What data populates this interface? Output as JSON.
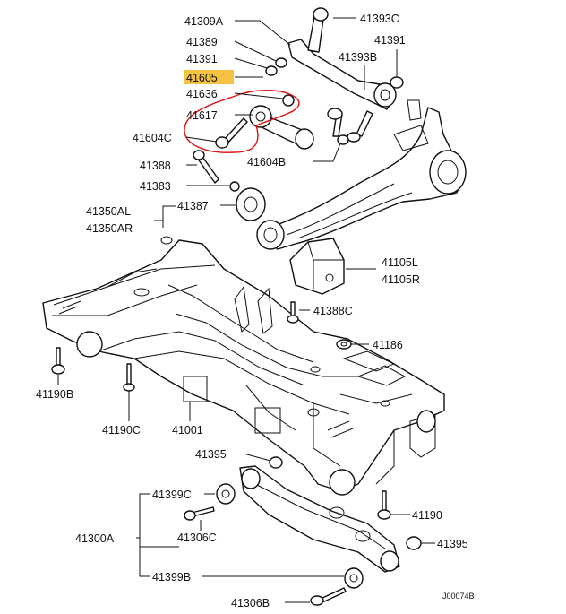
{
  "labels": {
    "l41309A": "41309A",
    "l41389": "41389",
    "l41391_left": "41391",
    "l41605": "41605",
    "l41636": "41636",
    "l41617": "41617",
    "l41604C": "41604C",
    "l41388": "41388",
    "l41383": "41383",
    "l41387": "41387",
    "l41350AL": "41350AL",
    "l41350AR": "41350AR",
    "l41393C": "41393C",
    "l41391_right": "41391",
    "l41393B": "41393B",
    "l41604B": "41604B",
    "l41105L": "41105L",
    "l41105R": "41105R",
    "l41388C": "41388C",
    "l41186": "41186",
    "l41190B": "41190B",
    "l41190C": "41190C",
    "l41001": "41001",
    "l41395_top": "41395",
    "l41399C": "41399C",
    "l41306C": "41306C",
    "l41300A": "41300A",
    "l41190": "41190",
    "l41395_right": "41395",
    "l41399B": "41399B",
    "l41306B": "41306B",
    "ref": "J00074B"
  },
  "colors": {
    "highlight": "#f5c242",
    "circle": "#e01010"
  }
}
